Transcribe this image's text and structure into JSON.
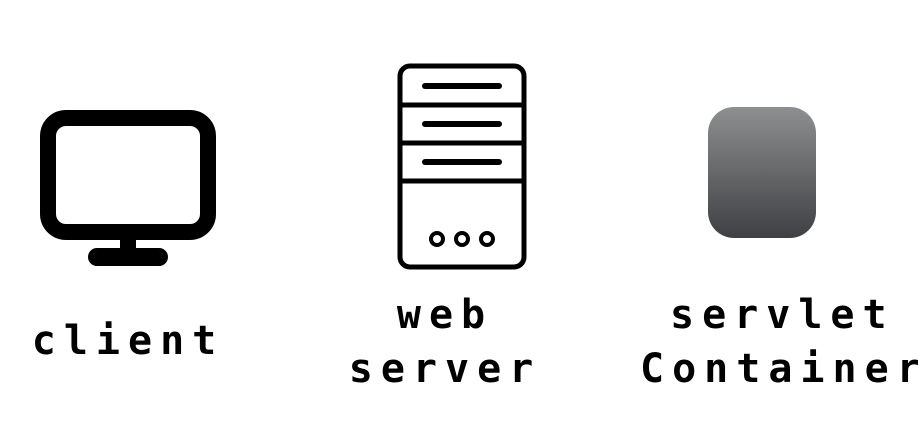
{
  "nodes": {
    "client": {
      "icon": "monitor-icon",
      "label": "client"
    },
    "web_server": {
      "icon": "server-tower-icon",
      "label_line1": "web",
      "label_line2": "server"
    },
    "servlet_container": {
      "icon": "rounded-square-icon",
      "label_line1": "servlet",
      "label_line2": "Container"
    }
  },
  "colors": {
    "icon_stroke": "#000000",
    "container_gradient_top": "#8d8f90",
    "container_gradient_bottom": "#3f4043",
    "text": "#000000",
    "background": "#ffffff"
  }
}
